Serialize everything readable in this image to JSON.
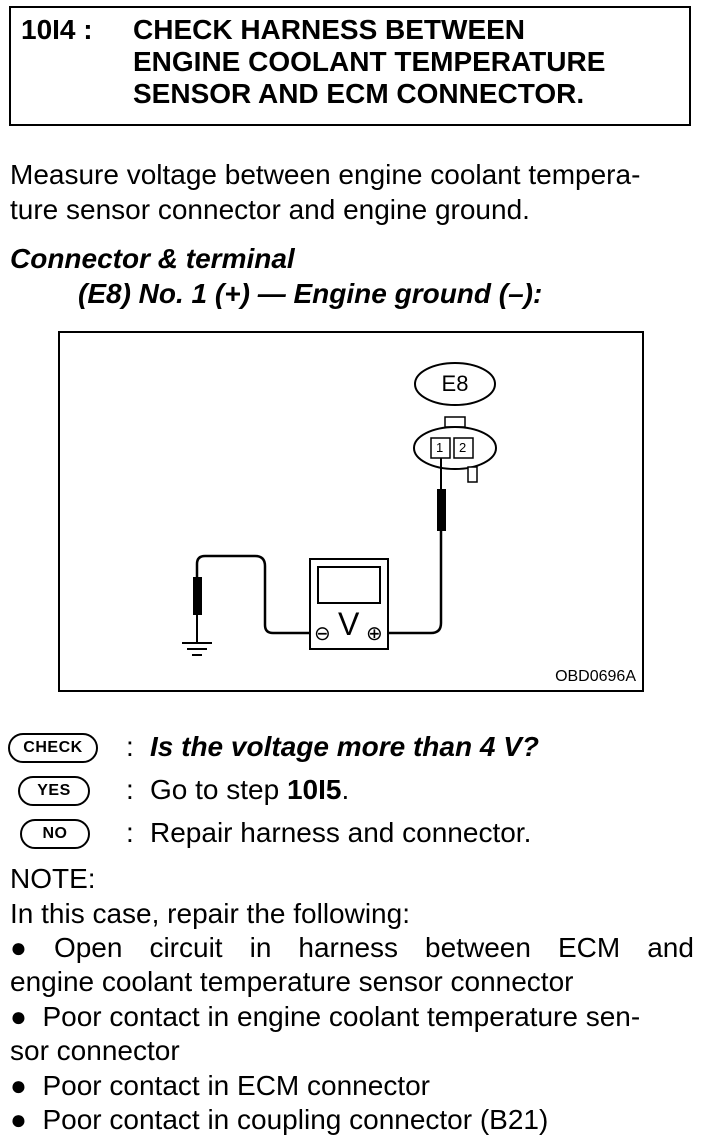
{
  "step": {
    "number": "10I4 :",
    "title_lines": [
      "CHECK HARNESS BETWEEN",
      "ENGINE COOLANT TEMPERATURE",
      "SENSOR AND ECM CONNECTOR."
    ]
  },
  "instruction": [
    "Measure voltage between engine coolant tempera-",
    "ture sensor connector and engine ground."
  ],
  "connector": {
    "heading": "Connector & terminal",
    "spec": "(E8) No. 1 (+) — Engine ground (–):"
  },
  "diagram": {
    "connector_label": "E8",
    "pin1": "1",
    "pin2": "2",
    "meter_symbol": "V",
    "minus": "⊖",
    "plus": "⊕",
    "reference": "OBD0696A"
  },
  "result": {
    "check_badge": "CHECK",
    "check_sep": ":",
    "check_text": "Is the voltage more than 4 V?",
    "yes_badge": "YES",
    "yes_sep": ":",
    "yes_prefix": "Go to step ",
    "yes_step": "10I5",
    "yes_suffix": ".",
    "no_badge": "NO",
    "no_sep": ":",
    "no_text": "Repair harness and connector."
  },
  "note": {
    "title": "NOTE:",
    "intro": "In this case, repair the following:",
    "bullet": "●",
    "item1_line1": [
      "Open",
      "circuit",
      "in",
      "harness",
      "between",
      "ECM",
      "and"
    ],
    "item1_line2": "engine coolant temperature sensor connector",
    "item2_line1": "Poor contact in engine coolant temperature sen-",
    "item2_line2": "sor connector",
    "item3": "Poor contact in ECM connector",
    "item4": "Poor contact in coupling connector (B21)"
  }
}
